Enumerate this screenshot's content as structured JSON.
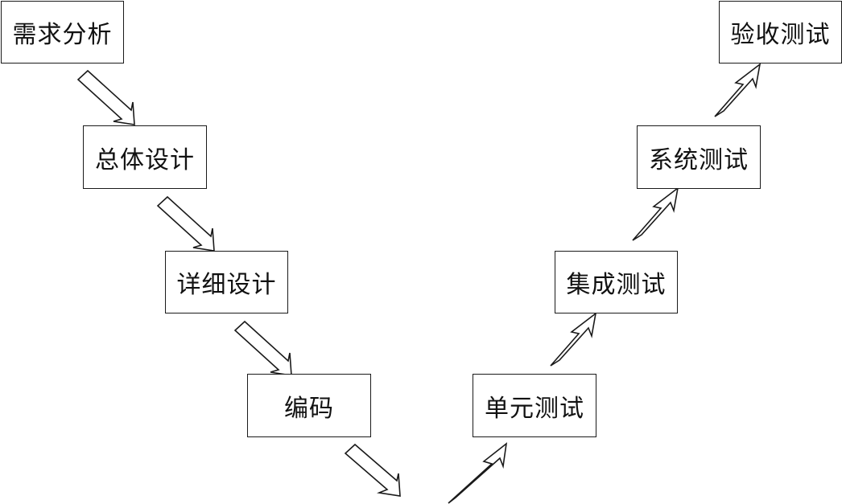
{
  "stages": {
    "requirements_analysis": "需求分析",
    "high_level_design": "总体设计",
    "detailed_design": "详细设计",
    "coding": "编码",
    "unit_test": "单元测试",
    "integration_test": "集成测试",
    "system_test": "系统测试",
    "acceptance_test": "验收测试"
  }
}
